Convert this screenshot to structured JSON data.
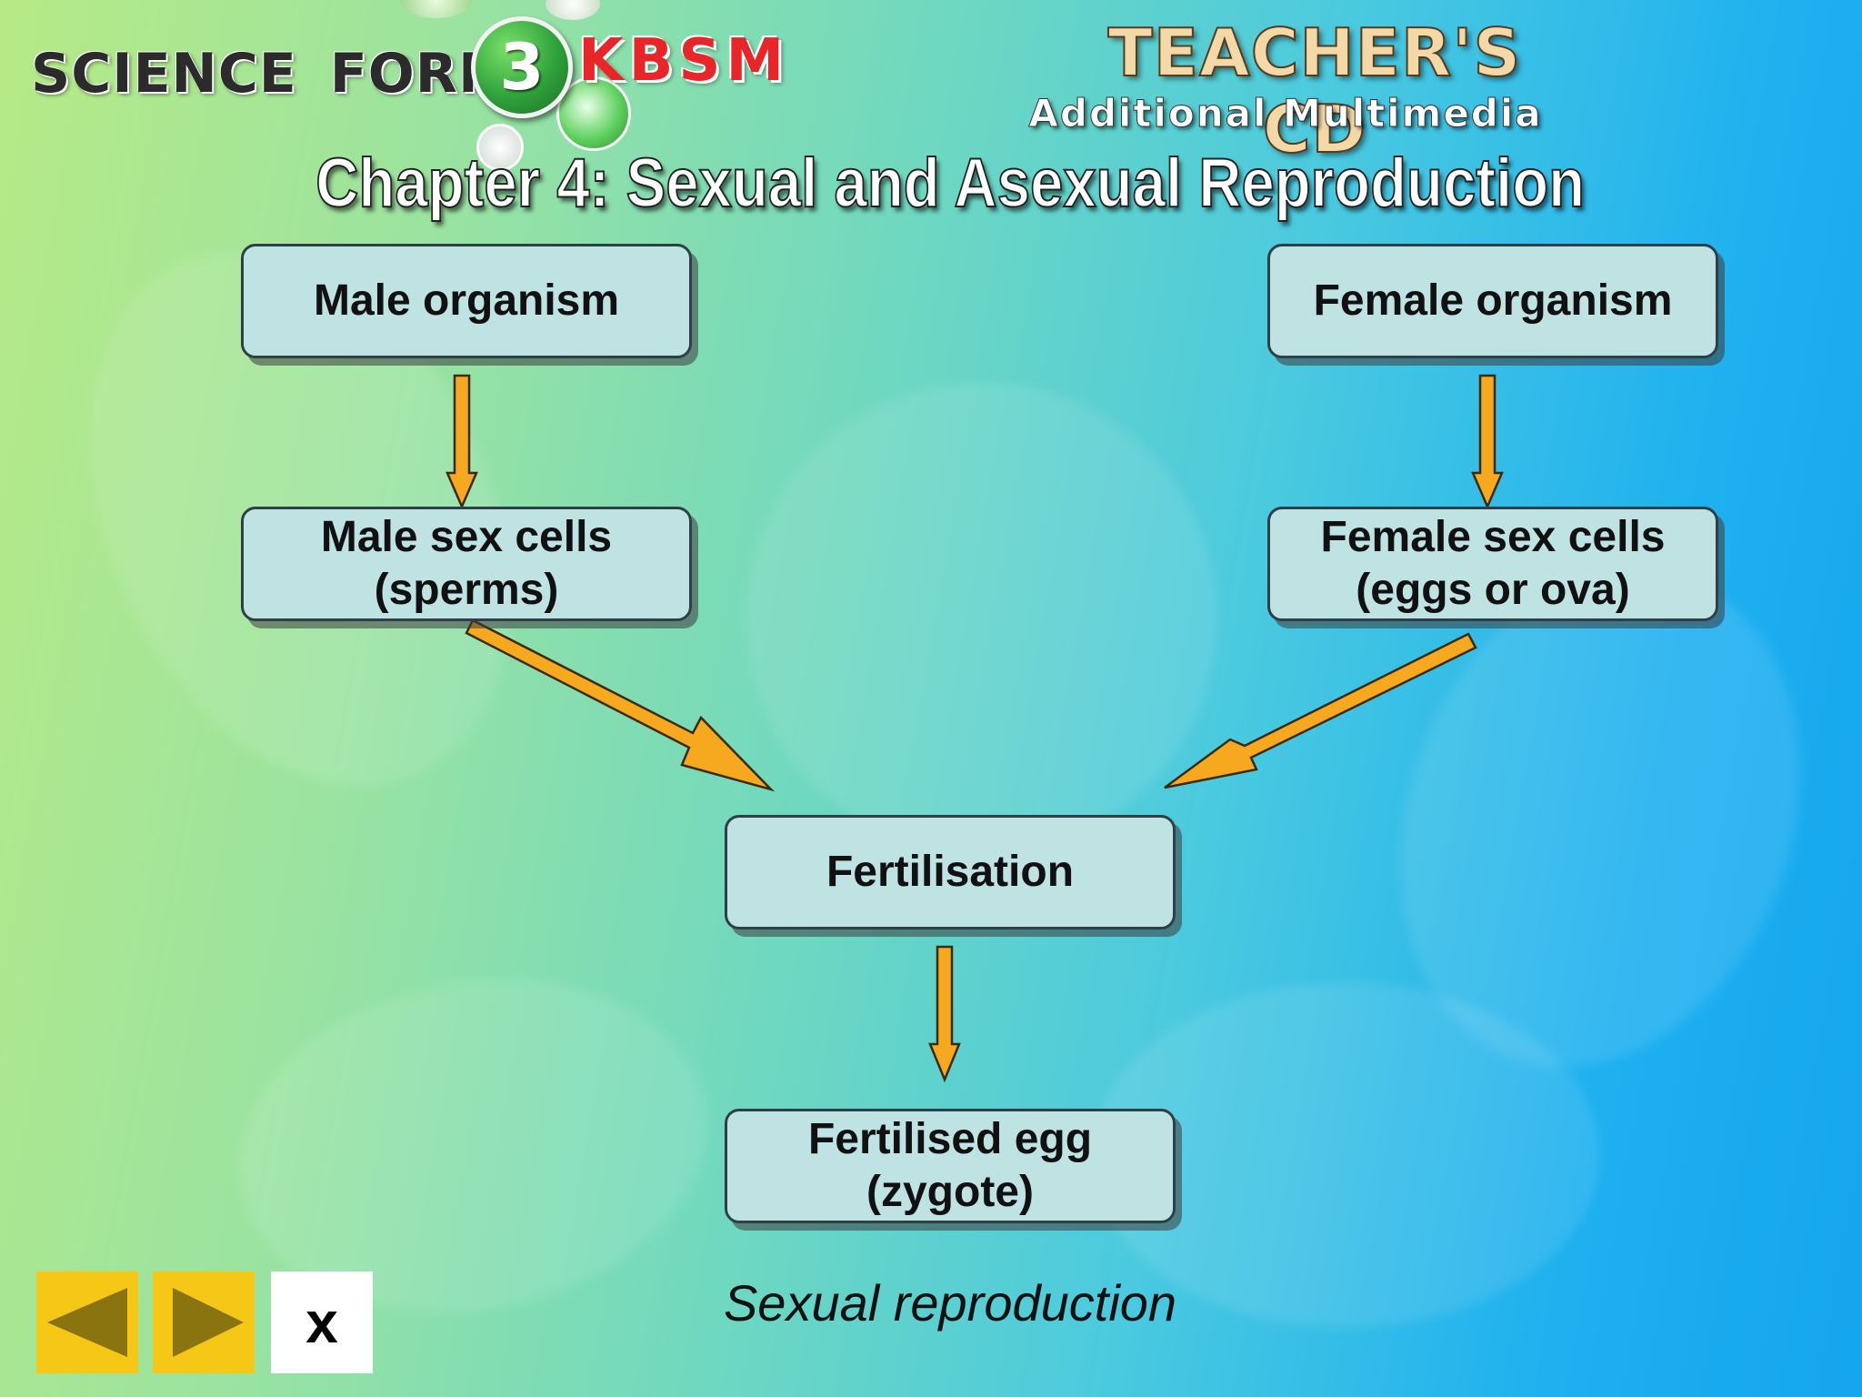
{
  "header": {
    "brand_word_1": "SCIENCE",
    "brand_word_2": "FORM",
    "brand_form_number": "3",
    "brand_curriculum": "KBSM",
    "product_title": "TEACHER'S CD",
    "product_subtitle": "Additional Multimedia"
  },
  "slide": {
    "title": "Chapter 4: Sexual and Asexual Reproduction",
    "caption": "Sexual reproduction"
  },
  "diagram": {
    "nodes": {
      "male_organism": [
        "Male organism"
      ],
      "male_sex_cells": [
        "Male sex cells",
        "(sperms)"
      ],
      "female_organism": [
        "Female organism"
      ],
      "female_sex_cells": [
        "Female sex cells",
        "(eggs or ova)"
      ],
      "fertilisation": [
        "Fertilisation"
      ],
      "zygote": [
        "Fertilised egg",
        "(zygote)"
      ]
    },
    "edges": [
      {
        "from": "male_organism",
        "to": "male_sex_cells"
      },
      {
        "from": "female_organism",
        "to": "female_sex_cells"
      },
      {
        "from": "male_sex_cells",
        "to": "fertilisation"
      },
      {
        "from": "female_sex_cells",
        "to": "fertilisation"
      },
      {
        "from": "fertilisation",
        "to": "zygote"
      }
    ],
    "arrow_color": "#f6a91f",
    "box_color": "#bfe3e3"
  },
  "navigation": {
    "prev_icon": "triangle-left-icon",
    "next_icon": "triangle-right-icon",
    "close_label": "x",
    "button_color": "#f5c817"
  }
}
